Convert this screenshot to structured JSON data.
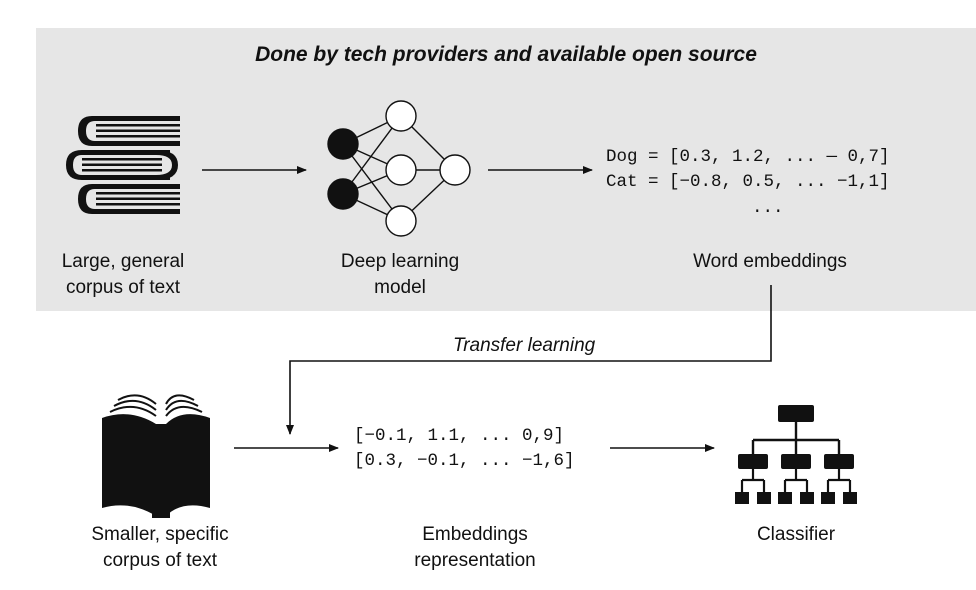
{
  "panel": {
    "title": "Done by tech providers and available open source",
    "background": "#e6e6e6"
  },
  "top_row": {
    "corpus_label": "Large, general\ncorpus of text",
    "model_label": "Deep learning\nmodel",
    "embeddings_label": "Word embeddings",
    "embedding_lines": [
      "Dog = [0.3, 1.2, ... — 0,7]",
      "Cat = [−0.8, 0.5, ... −1,1]",
      "..."
    ]
  },
  "transfer_label": "Transfer learning",
  "bottom_row": {
    "corpus_label": "Smaller, specific\ncorpus of text",
    "representation_label": "Embeddings\nrepresentation",
    "classifier_label": "Classifier",
    "representation_lines": [
      "[−0.1, 1.1, ... 0,9]",
      "[0.3, −0.1, ... −1,6]"
    ]
  },
  "icons": {
    "stack": "stacked-books-icon",
    "network": "neural-network-icon",
    "open_book": "open-book-icon",
    "classifier": "tree-hierarchy-icon"
  },
  "colors": {
    "ink": "#111111",
    "node_fill_input": "#111111",
    "node_fill_hidden": "#ffffff"
  }
}
